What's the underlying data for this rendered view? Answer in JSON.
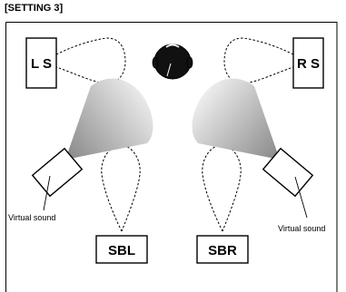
{
  "header": {
    "label": "[SETTING 3]"
  },
  "speakers": {
    "ls": "L S",
    "rs": "R S",
    "sbl": "SBL",
    "sbr": "SBR"
  },
  "virtual_sound": {
    "left_label": "Virtual sound",
    "right_label": "Virtual sound"
  },
  "colors": {
    "beam_dark": "#8a8a8a",
    "beam_light": "#f2f2f2",
    "head": "#111111",
    "line": "#000000"
  },
  "icons": {
    "head": "listener-head-icon"
  }
}
